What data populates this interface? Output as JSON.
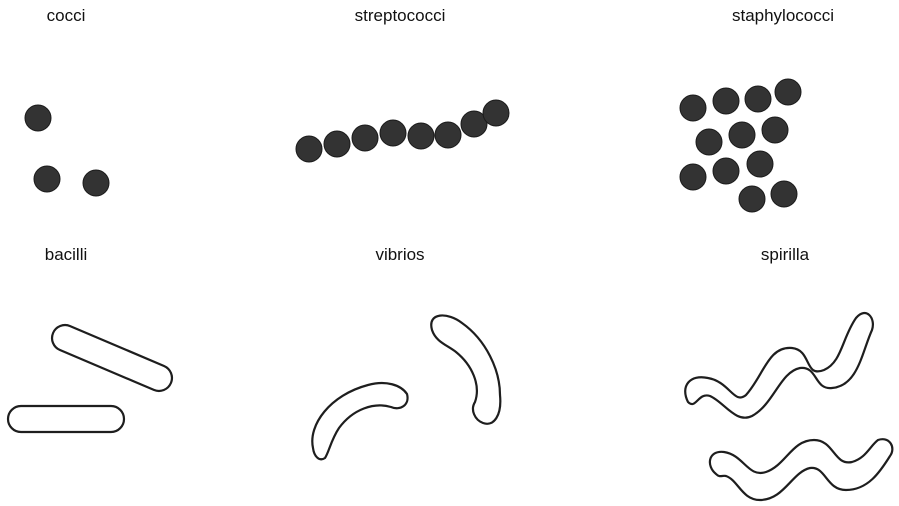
{
  "figure": {
    "panels": [
      {
        "label": "cocci"
      },
      {
        "label": "streptococci"
      },
      {
        "label": "staphylococci"
      },
      {
        "label": "bacilli"
      },
      {
        "label": "vibrios"
      },
      {
        "label": "spirilla"
      }
    ],
    "colors": {
      "cell_fill": "#333333",
      "outline": "#1e1e1e",
      "background": "#ffffff"
    }
  }
}
